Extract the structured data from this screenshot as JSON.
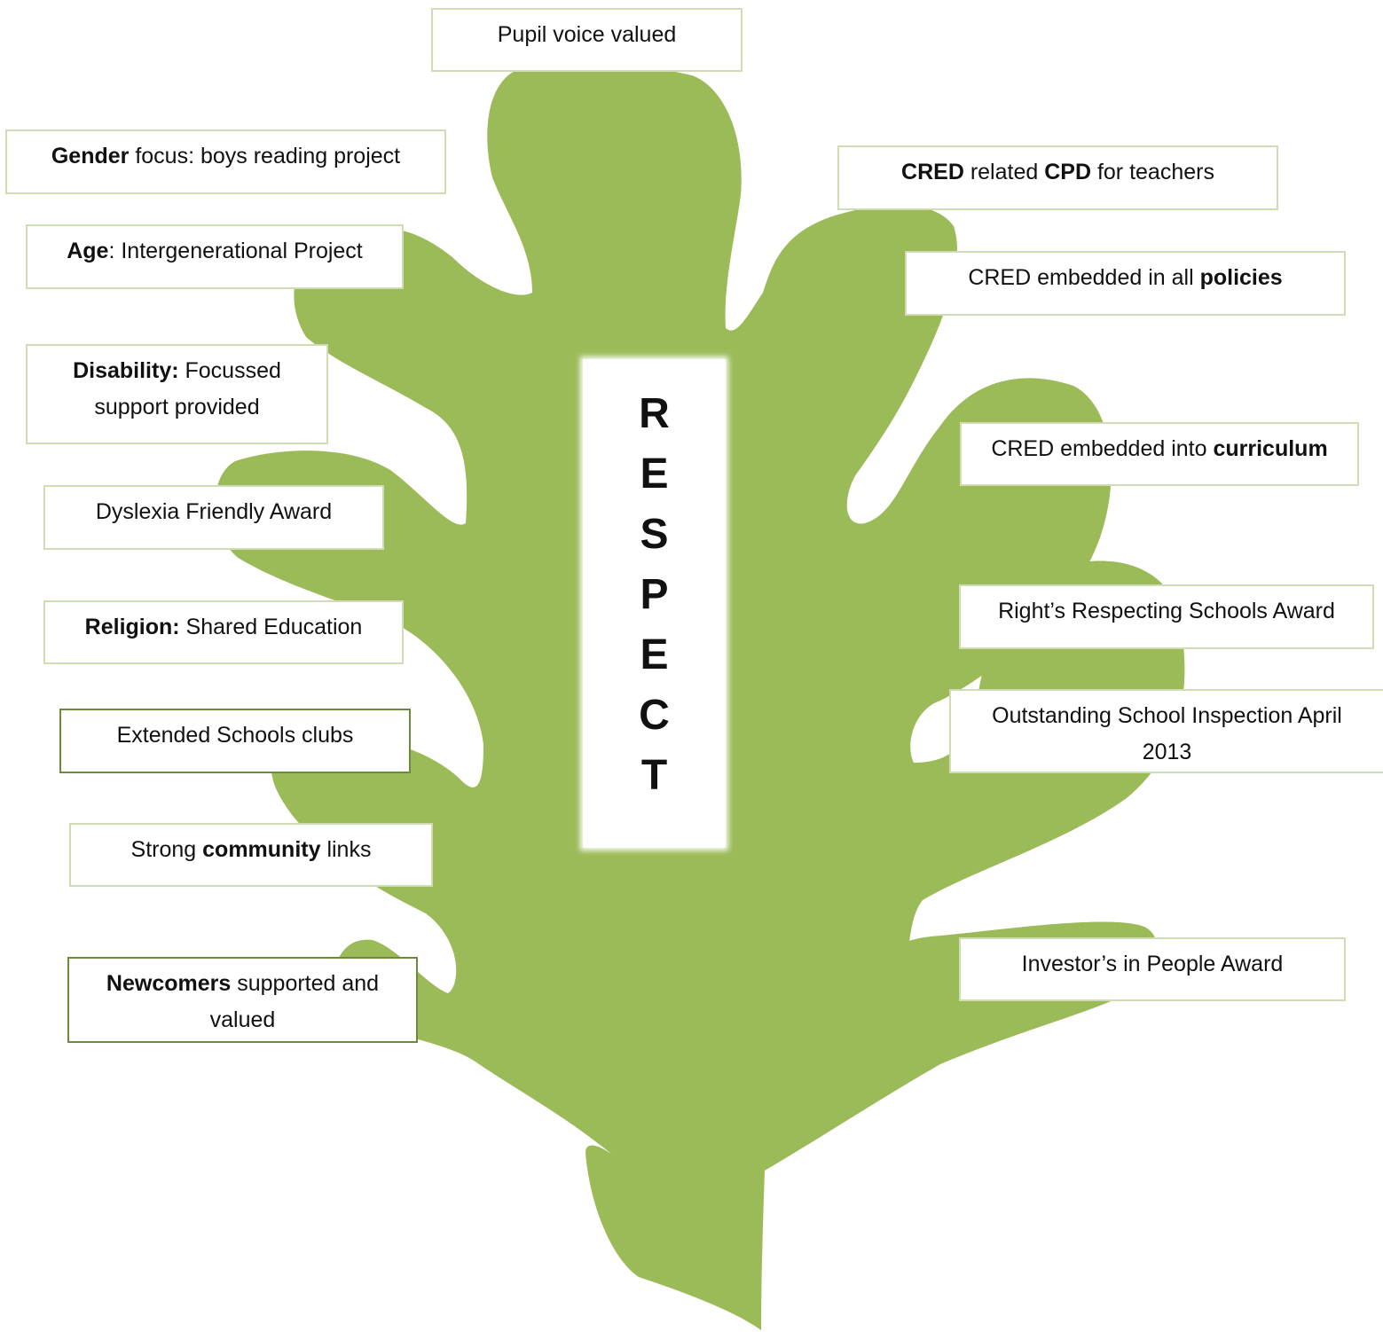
{
  "diagram": {
    "center_word_letters": [
      "R",
      "E",
      "S",
      "P",
      "E",
      "C",
      "T"
    ],
    "leaf_color": "#9bbb59",
    "boxes": {
      "pupil_voice": "Pupil voice valued",
      "gender": {
        "bold": "Gender",
        "rest": " focus: boys reading project"
      },
      "age": {
        "bold": "Age",
        "rest": ": Intergenerational Project"
      },
      "disability": {
        "bold": "Disability:",
        "rest": " Focussed support provided"
      },
      "dyslexia": "Dyslexia Friendly Award",
      "religion": {
        "bold": "Religion:",
        "rest": " Shared Education"
      },
      "extended_schools": "Extended Schools clubs",
      "community": {
        "pre": "Strong ",
        "bold": "community",
        "post": " links"
      },
      "newcomers": {
        "bold": "Newcomers",
        "rest": " supported and valued"
      },
      "cred_cpd": {
        "b1": "CRED",
        "t1": " related ",
        "b2": "CPD",
        "t2": " for teachers"
      },
      "cred_policies": {
        "pre": "CRED embedded in all ",
        "bold": "policies"
      },
      "cred_curriculum": {
        "pre": "CRED embedded into ",
        "bold": "curriculum"
      },
      "rights_respecting": "Right’s Respecting Schools Award",
      "inspection": "Outstanding School Inspection April 2013",
      "investors": "Investor’s in People Award"
    }
  }
}
